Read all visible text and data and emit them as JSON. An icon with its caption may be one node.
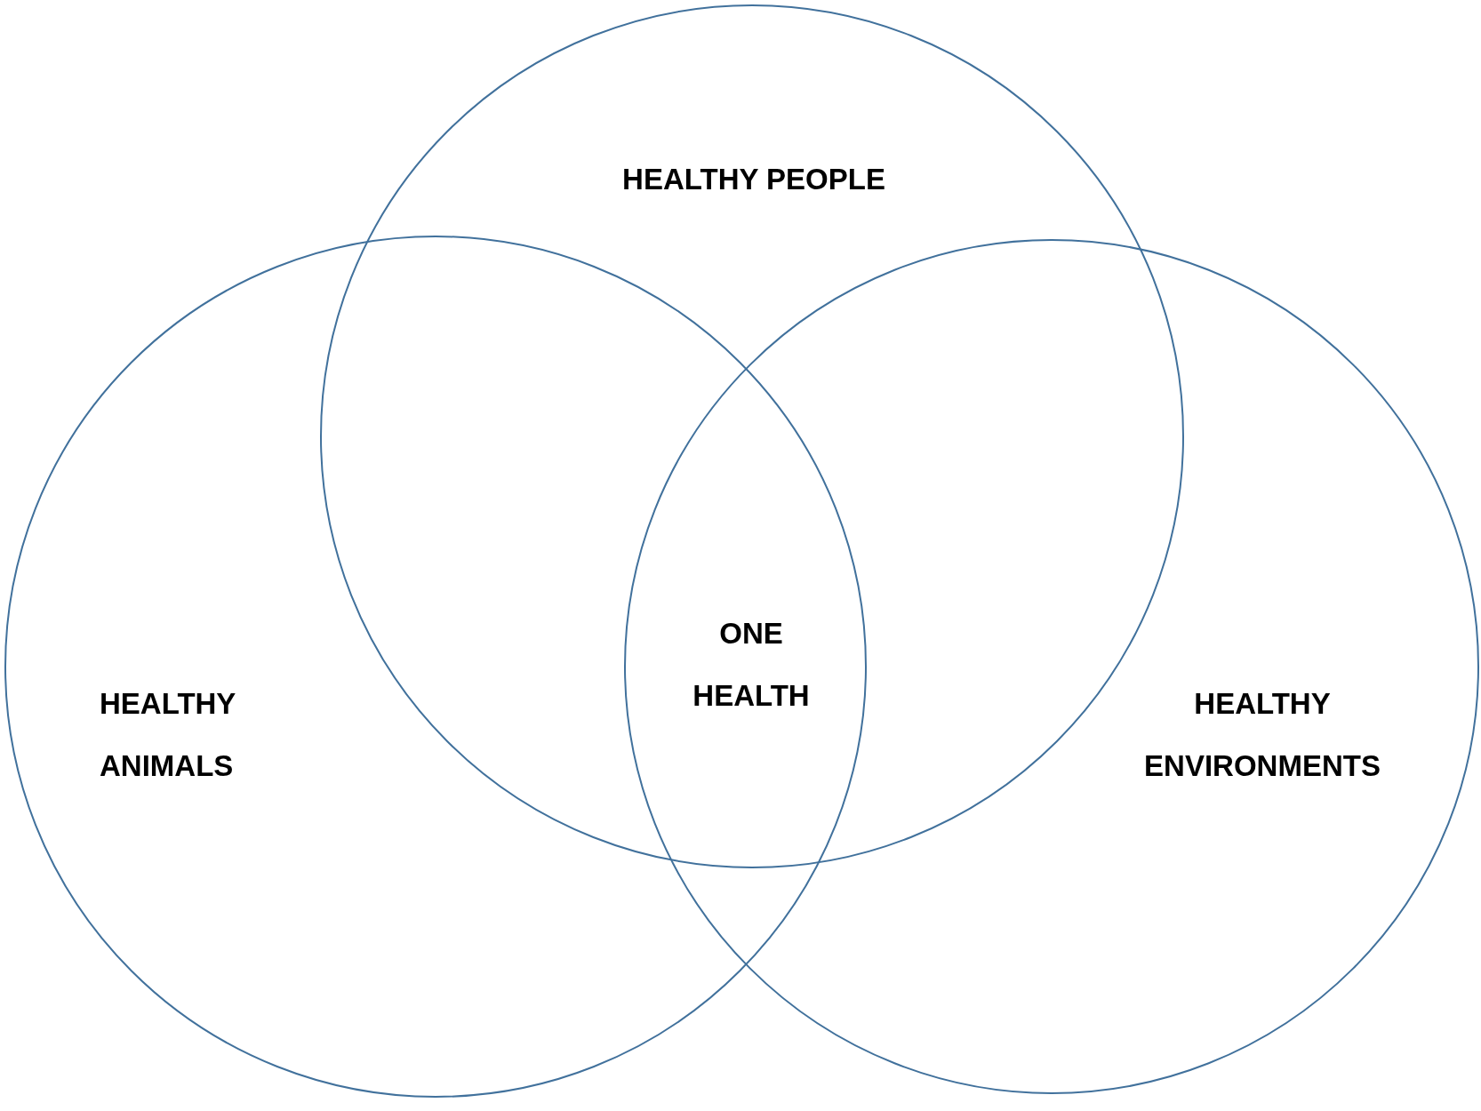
{
  "diagram": {
    "nodes": [
      {
        "text": [
          "HEALTHY PEOPLE"
        ]
      },
      {
        "text": [
          "HEALTHY ANIMALS"
        ]
      },
      {
        "text": [
          "HEALTHY ENVIRONMENTS"
        ]
      }
    ],
    "labels": [
      "ONE HEALTH"
    ]
  }
}
